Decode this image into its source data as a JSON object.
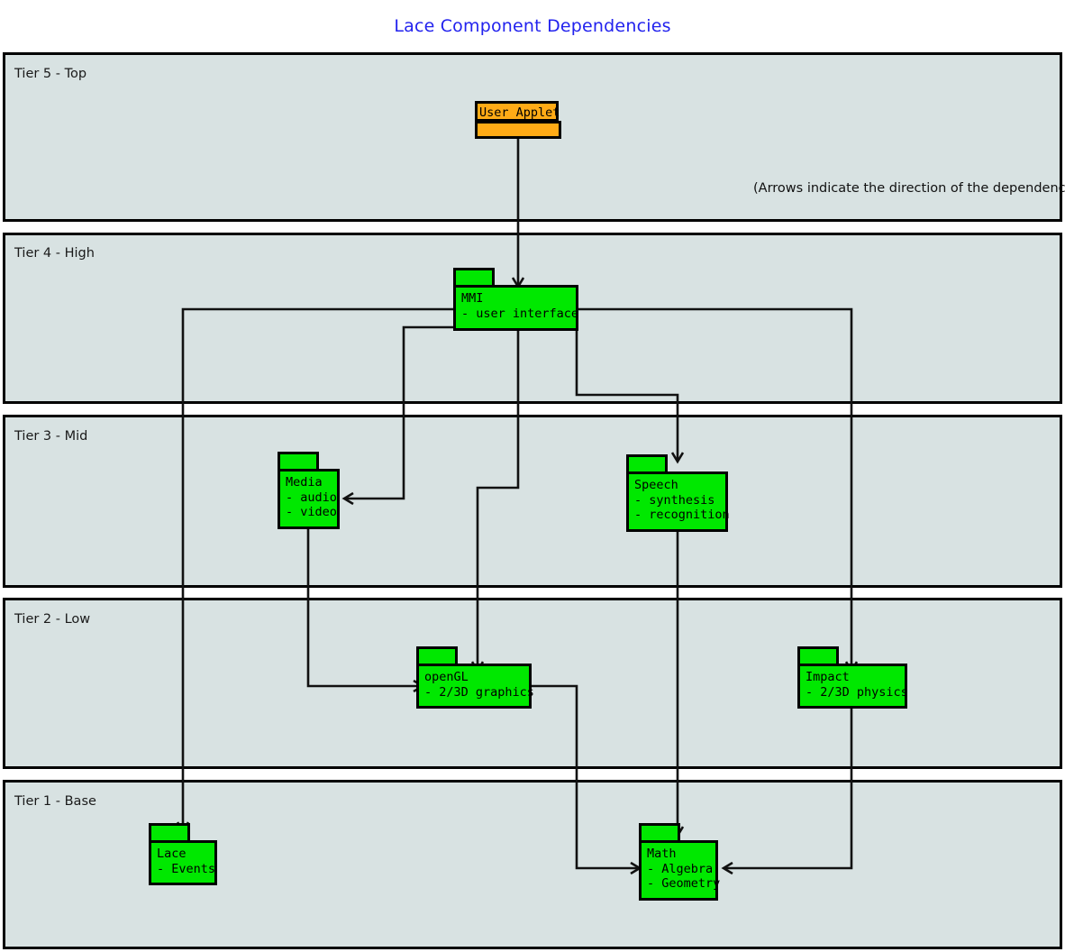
{
  "title": "Lace Component Dependencies",
  "note": "(Arrows indicate the direction of the dependency)",
  "colors": {
    "title": "#2222ee",
    "tier_fill": "#d8e2e2",
    "tier_border": "#000000",
    "component_fill": "#00e800",
    "applet_fill": "#ffab16",
    "edge": "#111111"
  },
  "tiers": [
    {
      "id": "tier5",
      "label": "Tier 5 - Top"
    },
    {
      "id": "tier4",
      "label": "Tier 4 - High"
    },
    {
      "id": "tier3",
      "label": "Tier 3 - Mid"
    },
    {
      "id": "tier2",
      "label": "Tier 2 - Low"
    },
    {
      "id": "tier1",
      "label": "Tier 1 - Base"
    }
  ],
  "nodes": [
    {
      "id": "applet",
      "tier": "tier5",
      "kind": "applet",
      "name": "User Applet",
      "items": []
    },
    {
      "id": "mmi",
      "tier": "tier4",
      "kind": "package",
      "name": "MMI",
      "items": [
        "- user interface"
      ]
    },
    {
      "id": "media",
      "tier": "tier3",
      "kind": "package",
      "name": "Media",
      "items": [
        "- audio",
        "- video"
      ]
    },
    {
      "id": "speech",
      "tier": "tier3",
      "kind": "package",
      "name": "Speech",
      "items": [
        "- synthesis",
        "- recognition"
      ]
    },
    {
      "id": "opengl",
      "tier": "tier2",
      "kind": "package",
      "name": "openGL",
      "items": [
        "- 2/3D graphics"
      ]
    },
    {
      "id": "impact",
      "tier": "tier2",
      "kind": "package",
      "name": "Impact",
      "items": [
        "- 2/3D physics"
      ]
    },
    {
      "id": "lace",
      "tier": "tier1",
      "kind": "package",
      "name": "Lace",
      "items": [
        "- Events"
      ]
    },
    {
      "id": "math",
      "tier": "tier1",
      "kind": "package",
      "name": "Math",
      "items": [
        "- Algebra",
        "- Geometry"
      ]
    }
  ],
  "node_text": {
    "applet": "User Applet",
    "mmi": "MMI\n- user interface",
    "media": "Media\n- audio\n- video",
    "speech": "Speech\n- synthesis\n- recognition",
    "opengl": "openGL\n- 2/3D graphics",
    "impact": "Impact\n- 2/3D physics",
    "lace": "Lace\n- Events",
    "math": "Math\n- Algebra\n- Geometry"
  },
  "edges": [
    {
      "from": "applet",
      "to": "mmi"
    },
    {
      "from": "mmi",
      "to": "media"
    },
    {
      "from": "mmi",
      "to": "speech"
    },
    {
      "from": "mmi",
      "to": "opengl"
    },
    {
      "from": "mmi",
      "to": "impact"
    },
    {
      "from": "mmi",
      "to": "lace"
    },
    {
      "from": "media",
      "to": "opengl"
    },
    {
      "from": "speech",
      "to": "math"
    },
    {
      "from": "opengl",
      "to": "math"
    },
    {
      "from": "impact",
      "to": "math"
    }
  ]
}
